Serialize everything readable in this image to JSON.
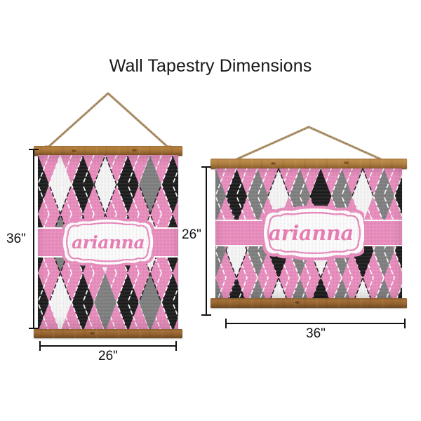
{
  "page": {
    "title": "Wall Tapestry Dimensions",
    "background_color": "#ffffff"
  },
  "palette": {
    "argyle_pink": "#ea8cbe",
    "argyle_black": "#1a1a1a",
    "argyle_white": "#f6f6f6",
    "argyle_gray": "#7e7e7e",
    "band_pink": "#ea8cbe",
    "name_text_pink": "#ea7cb4",
    "wood_top": "#a7743a",
    "wood_bottom": "#8a5c2b",
    "cord": "#b49a74",
    "dimension_line": "#111111"
  },
  "products": [
    {
      "id": "portrait-tapestry",
      "name": "Wall Tapestry (portrait)",
      "orientation": "portrait",
      "personalized_name": "arianna",
      "pattern": "argyle",
      "height_label": "36\"",
      "width_label": "26\"",
      "height_value": 36,
      "width_value": 26,
      "units": "inches"
    },
    {
      "id": "landscape-tapestry",
      "name": "Wall Tapestry (landscape)",
      "orientation": "landscape",
      "personalized_name": "arianna",
      "pattern": "argyle",
      "height_label": "26\"",
      "width_label": "36\"",
      "height_value": 26,
      "width_value": 36,
      "units": "inches"
    }
  ]
}
